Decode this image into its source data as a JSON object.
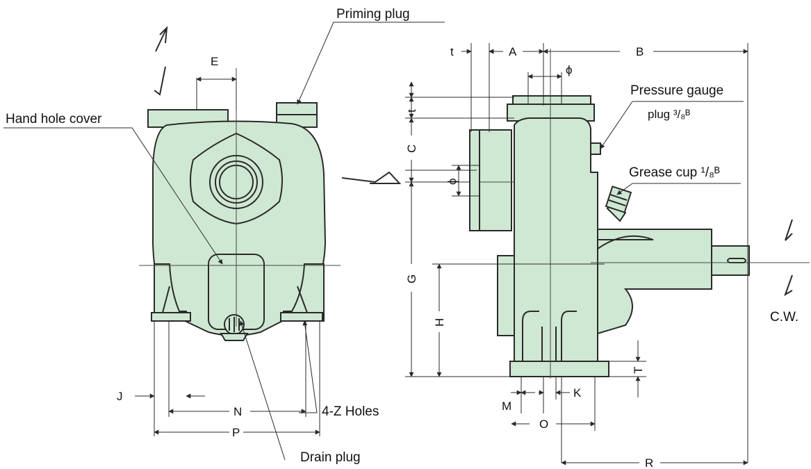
{
  "colors": {
    "body": "#cfe8d3",
    "line": "#2a2a2a",
    "background": "#ffffff"
  },
  "callouts": {
    "priming_plug": "Priming plug",
    "hand_hole_cover": "Hand hole cover",
    "holes": "4-Z Holes",
    "drain_plug": "Drain plug",
    "pressure_gauge_line1": "Pressure gauge",
    "pressure_gauge_line2": "plug ³/₈ᴮ",
    "grease_cup": "Grease cup ¹/₈ᴮ",
    "rotation": "C.W."
  },
  "dimensions": {
    "E": "E",
    "J": "J",
    "N": "N",
    "P": "P",
    "t_top": "t",
    "A": "A",
    "B": "B",
    "phi_top": "ϕ",
    "t_side": "t",
    "C": "C",
    "phi_side": "ϕ",
    "G": "G",
    "H": "H",
    "T": "T",
    "M": "M",
    "K": "K",
    "O": "O",
    "R": "R"
  }
}
